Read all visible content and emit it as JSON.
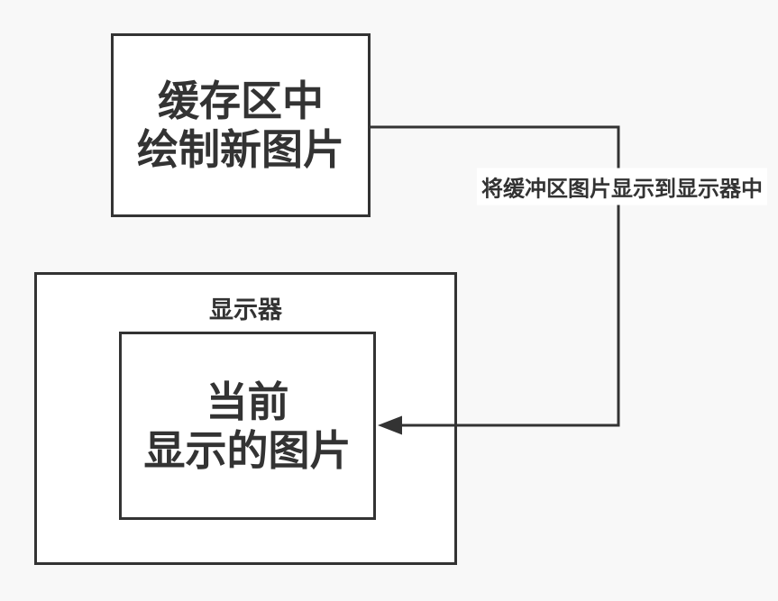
{
  "diagram": {
    "background_color": "#f8f8f8",
    "box_fill_color": "#ffffff",
    "stroke_color": "#333333",
    "text_color": "#333333",
    "buffer_box": {
      "line1": "缓存区中",
      "line2": "绘制新图片"
    },
    "monitor_box": {
      "label": "显示器"
    },
    "current_image_box": {
      "line1": "当前",
      "line2": "显示的图片"
    },
    "connector": {
      "label": "将缓冲区图片显示到显示器中"
    }
  }
}
